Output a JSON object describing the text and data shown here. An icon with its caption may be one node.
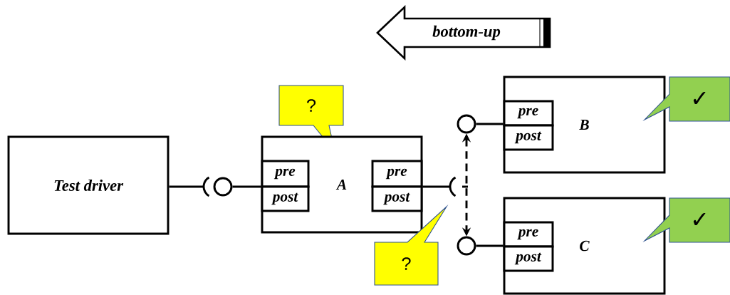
{
  "diagram": {
    "nodes": [
      {
        "text": [
          "bottom-up"
        ]
      },
      {
        "text": [
          "?"
        ]
      },
      {
        "text": [
          "B"
        ]
      },
      {
        "text": [
          "pre"
        ],
        "in": 2
      },
      {
        "text": [
          "post"
        ],
        "in": 2
      },
      {
        "text": [
          "✓"
        ]
      },
      {
        "text": [],
        "shape": "circle"
      },
      {
        "text": [
          "Test driver"
        ]
      },
      {
        "text": [],
        "shape": "arc"
      },
      {
        "text": [],
        "shape": "circle"
      },
      {
        "text": [
          "A"
        ]
      },
      {
        "text": [
          "pre"
        ],
        "in": 10
      },
      {
        "text": [
          "post"
        ],
        "in": 10
      },
      {
        "text": [
          "pre"
        ],
        "in": 10
      },
      {
        "text": [
          "post"
        ],
        "in": 10
      },
      {
        "text": [],
        "shape": "arc"
      },
      {
        "text": [
          "C"
        ]
      },
      {
        "text": [
          "pre"
        ],
        "in": 16
      },
      {
        "text": [
          "post"
        ],
        "in": 16
      },
      {
        "text": [
          "✓"
        ]
      },
      {
        "text": [],
        "shape": "circle"
      },
      {
        "text": [
          "?"
        ]
      }
    ],
    "edges": [
      {
        "from": 7,
        "to": 8,
        "arrow": "none"
      },
      {
        "from": 9,
        "to": 10,
        "arrow": "none"
      },
      {
        "from": 10,
        "to": 15,
        "arrow": "none"
      },
      {
        "from": 6,
        "to": 2,
        "arrow": "none"
      },
      {
        "from": 20,
        "to": 16,
        "arrow": "none"
      },
      {
        "from": 6,
        "to": 20,
        "arrow": "both",
        "style": "dashed"
      }
    ]
  }
}
